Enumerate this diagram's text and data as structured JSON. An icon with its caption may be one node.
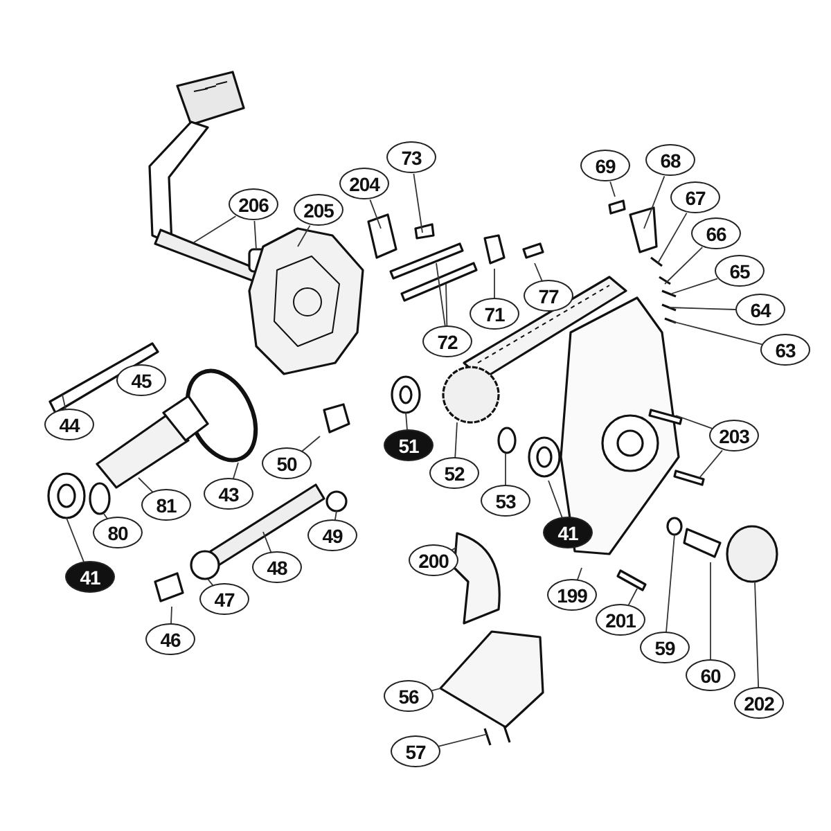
{
  "diagram": {
    "nodes": [
      {
        "text": [
          "68"
        ]
      },
      {
        "text": [
          "73"
        ]
      },
      {
        "text": [
          "69"
        ]
      },
      {
        "text": [
          "204"
        ]
      },
      {
        "text": [
          "205"
        ]
      },
      {
        "text": [
          "67"
        ]
      },
      {
        "text": [
          "206"
        ]
      },
      {
        "text": [
          "66"
        ]
      },
      {
        "text": [
          "65"
        ]
      },
      {
        "text": [
          "77"
        ]
      },
      {
        "text": [
          "71"
        ]
      },
      {
        "text": [
          "64"
        ]
      },
      {
        "text": [
          "72"
        ]
      },
      {
        "text": [
          "63"
        ]
      },
      {
        "text": [
          "45"
        ]
      },
      {
        "text": [
          "44"
        ]
      },
      {
        "text": [
          "203"
        ]
      },
      {
        "text": [
          "51"
        ]
      },
      {
        "text": [
          "50"
        ]
      },
      {
        "text": [
          "52"
        ]
      },
      {
        "text": [
          "43"
        ]
      },
      {
        "text": [
          "81"
        ]
      },
      {
        "text": [
          "53"
        ]
      },
      {
        "text": [
          "41"
        ]
      },
      {
        "text": [
          "80"
        ]
      },
      {
        "text": [
          "49"
        ]
      },
      {
        "text": [
          "200"
        ]
      },
      {
        "text": [
          "48"
        ]
      },
      {
        "text": [
          "41"
        ]
      },
      {
        "text": [
          "199"
        ]
      },
      {
        "text": [
          "47"
        ]
      },
      {
        "text": [
          "201"
        ]
      },
      {
        "text": [
          "46"
        ]
      },
      {
        "text": [
          "59"
        ]
      },
      {
        "text": [
          "60"
        ]
      },
      {
        "text": [
          "56"
        ]
      },
      {
        "text": [
          "202"
        ]
      },
      {
        "text": [
          "57"
        ]
      }
    ],
    "edges": [
      {
        "from": 0,
        "to": null,
        "arrow": "none"
      },
      {
        "from": 1,
        "to": null,
        "arrow": "none"
      },
      {
        "from": 2,
        "to": null,
        "arrow": "none"
      },
      {
        "from": 3,
        "to": null,
        "arrow": "none"
      },
      {
        "from": 4,
        "to": null,
        "arrow": "none"
      },
      {
        "from": 5,
        "to": null,
        "arrow": "none"
      },
      {
        "from": 6,
        "to": null,
        "arrow": "none"
      },
      {
        "from": 6,
        "to": null,
        "arrow": "none"
      },
      {
        "from": 7,
        "to": null,
        "arrow": "none"
      },
      {
        "from": 8,
        "to": null,
        "arrow": "none"
      },
      {
        "from": 9,
        "to": null,
        "arrow": "none"
      },
      {
        "from": 10,
        "to": null,
        "arrow": "none"
      },
      {
        "from": 11,
        "to": null,
        "arrow": "none"
      },
      {
        "from": 12,
        "to": null,
        "arrow": "none"
      },
      {
        "from": 12,
        "to": null,
        "arrow": "none"
      },
      {
        "from": 13,
        "to": null,
        "arrow": "none"
      },
      {
        "from": 14,
        "to": null,
        "arrow": "none"
      },
      {
        "from": 15,
        "to": null,
        "arrow": "none"
      },
      {
        "from": 16,
        "to": null,
        "arrow": "none"
      },
      {
        "from": 16,
        "to": null,
        "arrow": "none"
      },
      {
        "from": 17,
        "to": null,
        "arrow": "none"
      },
      {
        "from": 18,
        "to": null,
        "arrow": "none"
      },
      {
        "from": 19,
        "to": null,
        "arrow": "none"
      },
      {
        "from": 20,
        "to": null,
        "arrow": "none"
      },
      {
        "from": 21,
        "to": null,
        "arrow": "none"
      },
      {
        "from": 22,
        "to": null,
        "arrow": "none"
      },
      {
        "from": 23,
        "to": null,
        "arrow": "none"
      },
      {
        "from": 24,
        "to": null,
        "arrow": "none"
      },
      {
        "from": 25,
        "to": null,
        "arrow": "none"
      },
      {
        "from": 26,
        "to": null,
        "arrow": "none"
      },
      {
        "from": 27,
        "to": null,
        "arrow": "none"
      },
      {
        "from": 28,
        "to": null,
        "arrow": "none"
      },
      {
        "from": 29,
        "to": null,
        "arrow": "none"
      },
      {
        "from": 30,
        "to": null,
        "arrow": "none"
      },
      {
        "from": 31,
        "to": null,
        "arrow": "none"
      },
      {
        "from": 32,
        "to": null,
        "arrow": "none"
      },
      {
        "from": 33,
        "to": null,
        "arrow": "none"
      },
      {
        "from": 34,
        "to": null,
        "arrow": "none"
      },
      {
        "from": 35,
        "to": null,
        "arrow": "none"
      },
      {
        "from": 36,
        "to": null,
        "arrow": "none"
      },
      {
        "from": 37,
        "to": null,
        "arrow": "none"
      }
    ]
  }
}
